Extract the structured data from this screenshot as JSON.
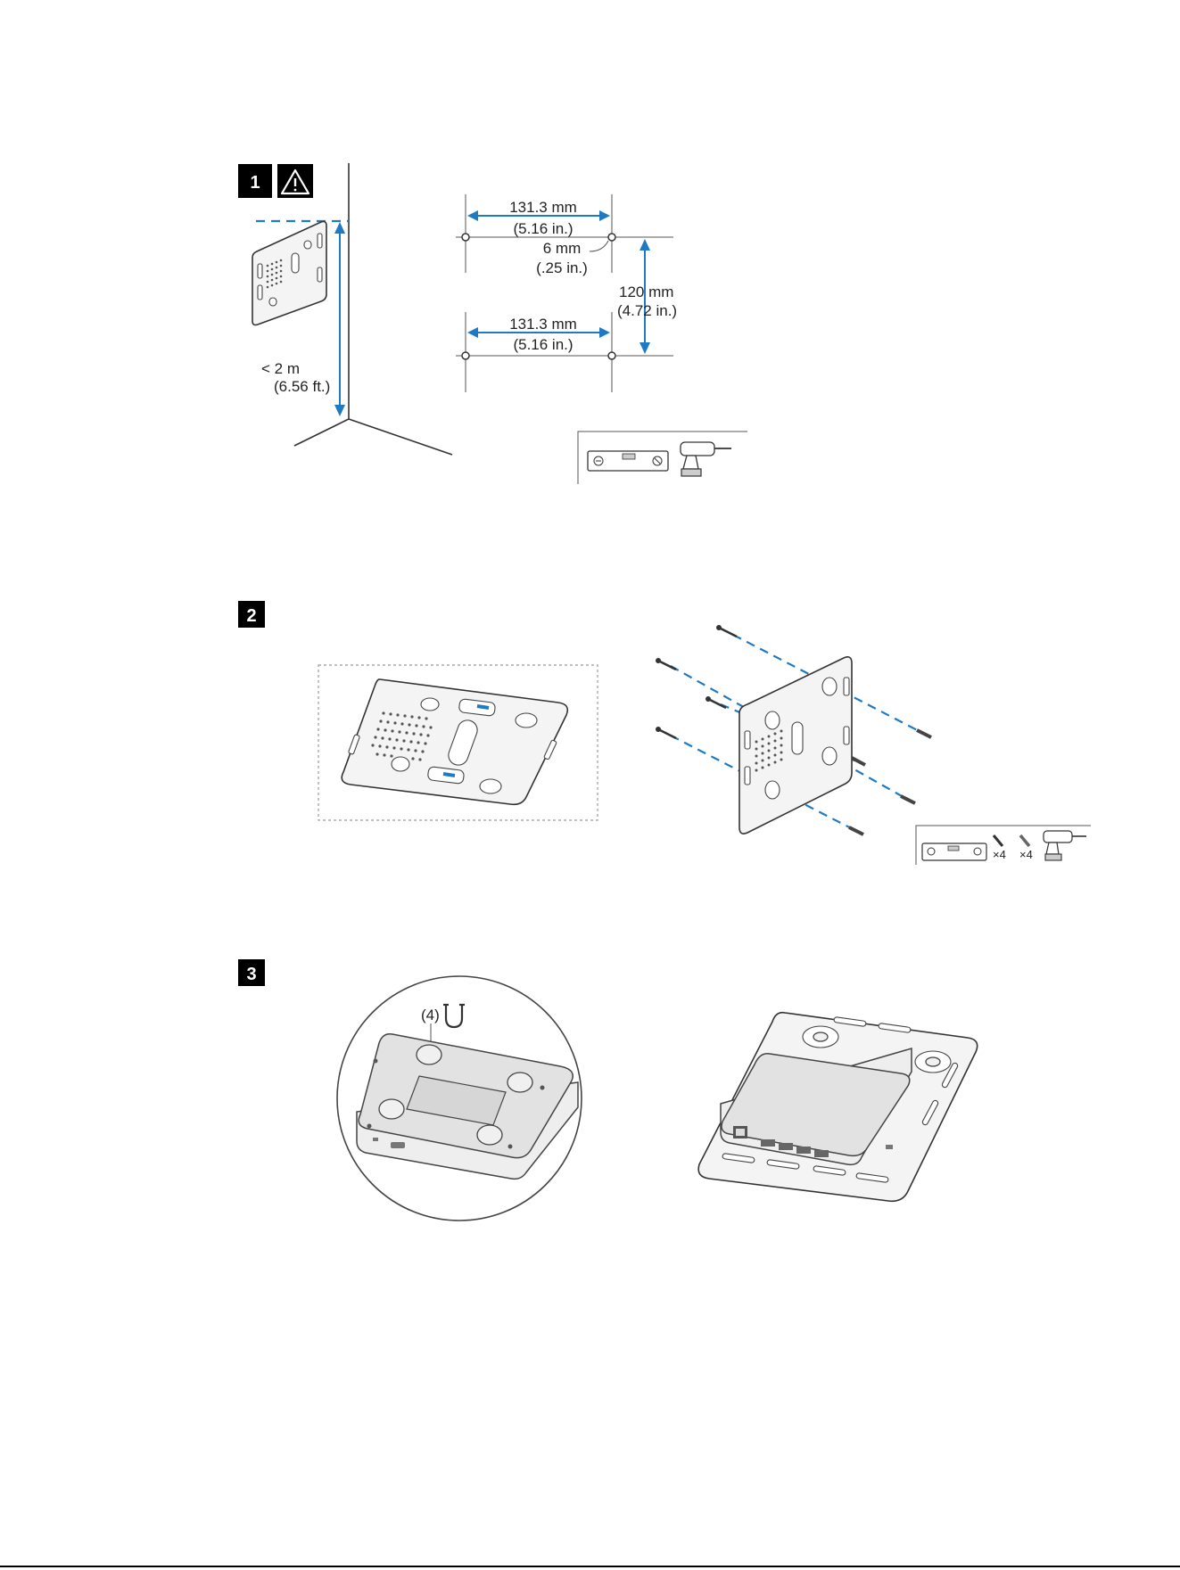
{
  "steps": [
    {
      "label": "1"
    },
    {
      "label": "2"
    },
    {
      "label": "3"
    }
  ],
  "step1": {
    "height_label_line1": "< 2 m",
    "height_label_line2": "(6.56 ft.)",
    "top_width_line1": "131.3 mm",
    "top_width_line2": "(5.16 in.)",
    "hole_line1": "6 mm",
    "hole_line2": "(.25 in.)",
    "spacing_line1": "120 mm",
    "spacing_line2": "(4.72 in.)",
    "bottom_width_line1": "131.3 mm",
    "bottom_width_line2": "(5.16 in.)"
  },
  "step2": {
    "screw_count": "×4",
    "anchor_count": "×4"
  },
  "step3": {
    "magnet_count": "(4)"
  },
  "colors": {
    "accent_blue": "#1f7ac4",
    "badge": "#000000",
    "line": "#333333"
  },
  "icons": [
    "warning-icon",
    "level-tool-icon",
    "drill-icon",
    "screw-icon",
    "wall-anchor-icon",
    "magnet-icon"
  ]
}
